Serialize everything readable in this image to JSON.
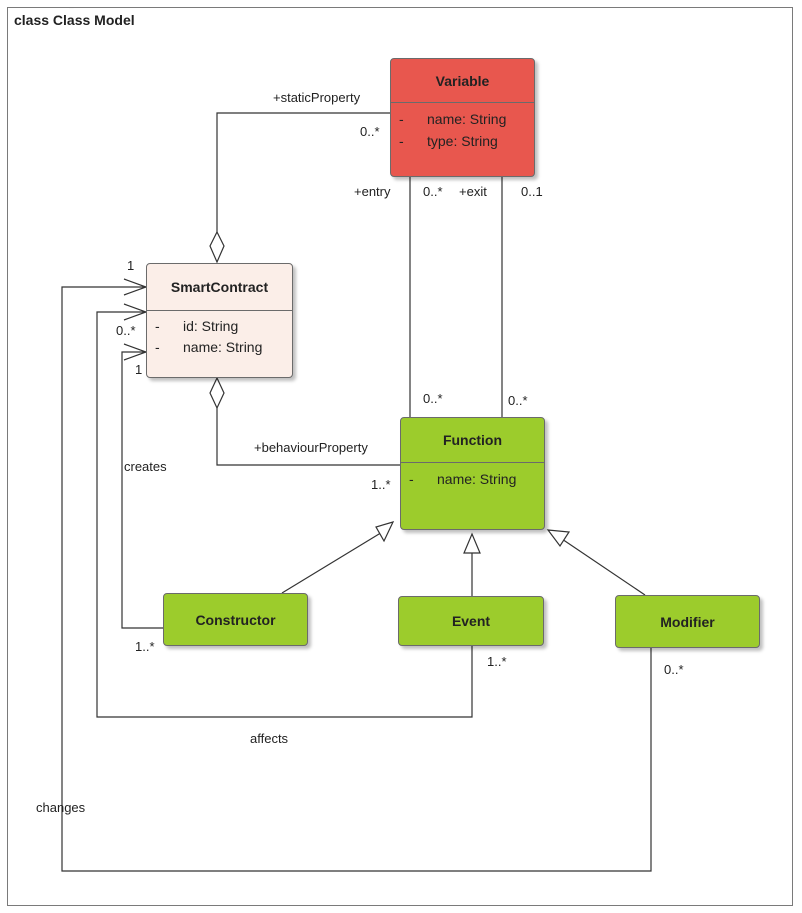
{
  "frame": {
    "title": "class Class Model"
  },
  "classes": {
    "variable": {
      "name": "Variable",
      "attributes": [
        {
          "visibility": "-",
          "text": "name: String"
        },
        {
          "visibility": "-",
          "text": "type: String"
        }
      ],
      "fill": "#e8574e"
    },
    "smart_contract": {
      "name": "SmartContract",
      "attributes": [
        {
          "visibility": "-",
          "text": "id: String"
        },
        {
          "visibility": "-",
          "text": "name: String"
        }
      ],
      "fill": "#fbeee8"
    },
    "function": {
      "name": "Function",
      "attributes": [
        {
          "visibility": "-",
          "text": "name: String"
        }
      ],
      "fill": "#9ccc2c"
    },
    "constructor": {
      "name": "Constructor",
      "fill": "#9ccc2c"
    },
    "event": {
      "name": "Event",
      "fill": "#9ccc2c"
    },
    "modifier": {
      "name": "Modifier",
      "fill": "#9ccc2c"
    }
  },
  "labels": {
    "static_property": "+staticProperty",
    "static_mult_var": "0..*",
    "static_mult_sc": "1",
    "entry_role": "+entry",
    "entry_mult_var": "0..*",
    "exit_role": "+exit",
    "exit_mult_var": "0..1",
    "entry_mult_fn": "0..*",
    "exit_mult_fn": "0..*",
    "behaviour_property": "+behaviourProperty",
    "behaviour_mult_fn": "1..*",
    "creates": "creates",
    "creates_mult_sc": "1",
    "creates_mult_ctor": "1..*",
    "affects": "affects",
    "affects_mult_sc": "0..*",
    "affects_mult_event": "1..*",
    "changes": "changes",
    "changes_mult_mod": "0..*"
  }
}
